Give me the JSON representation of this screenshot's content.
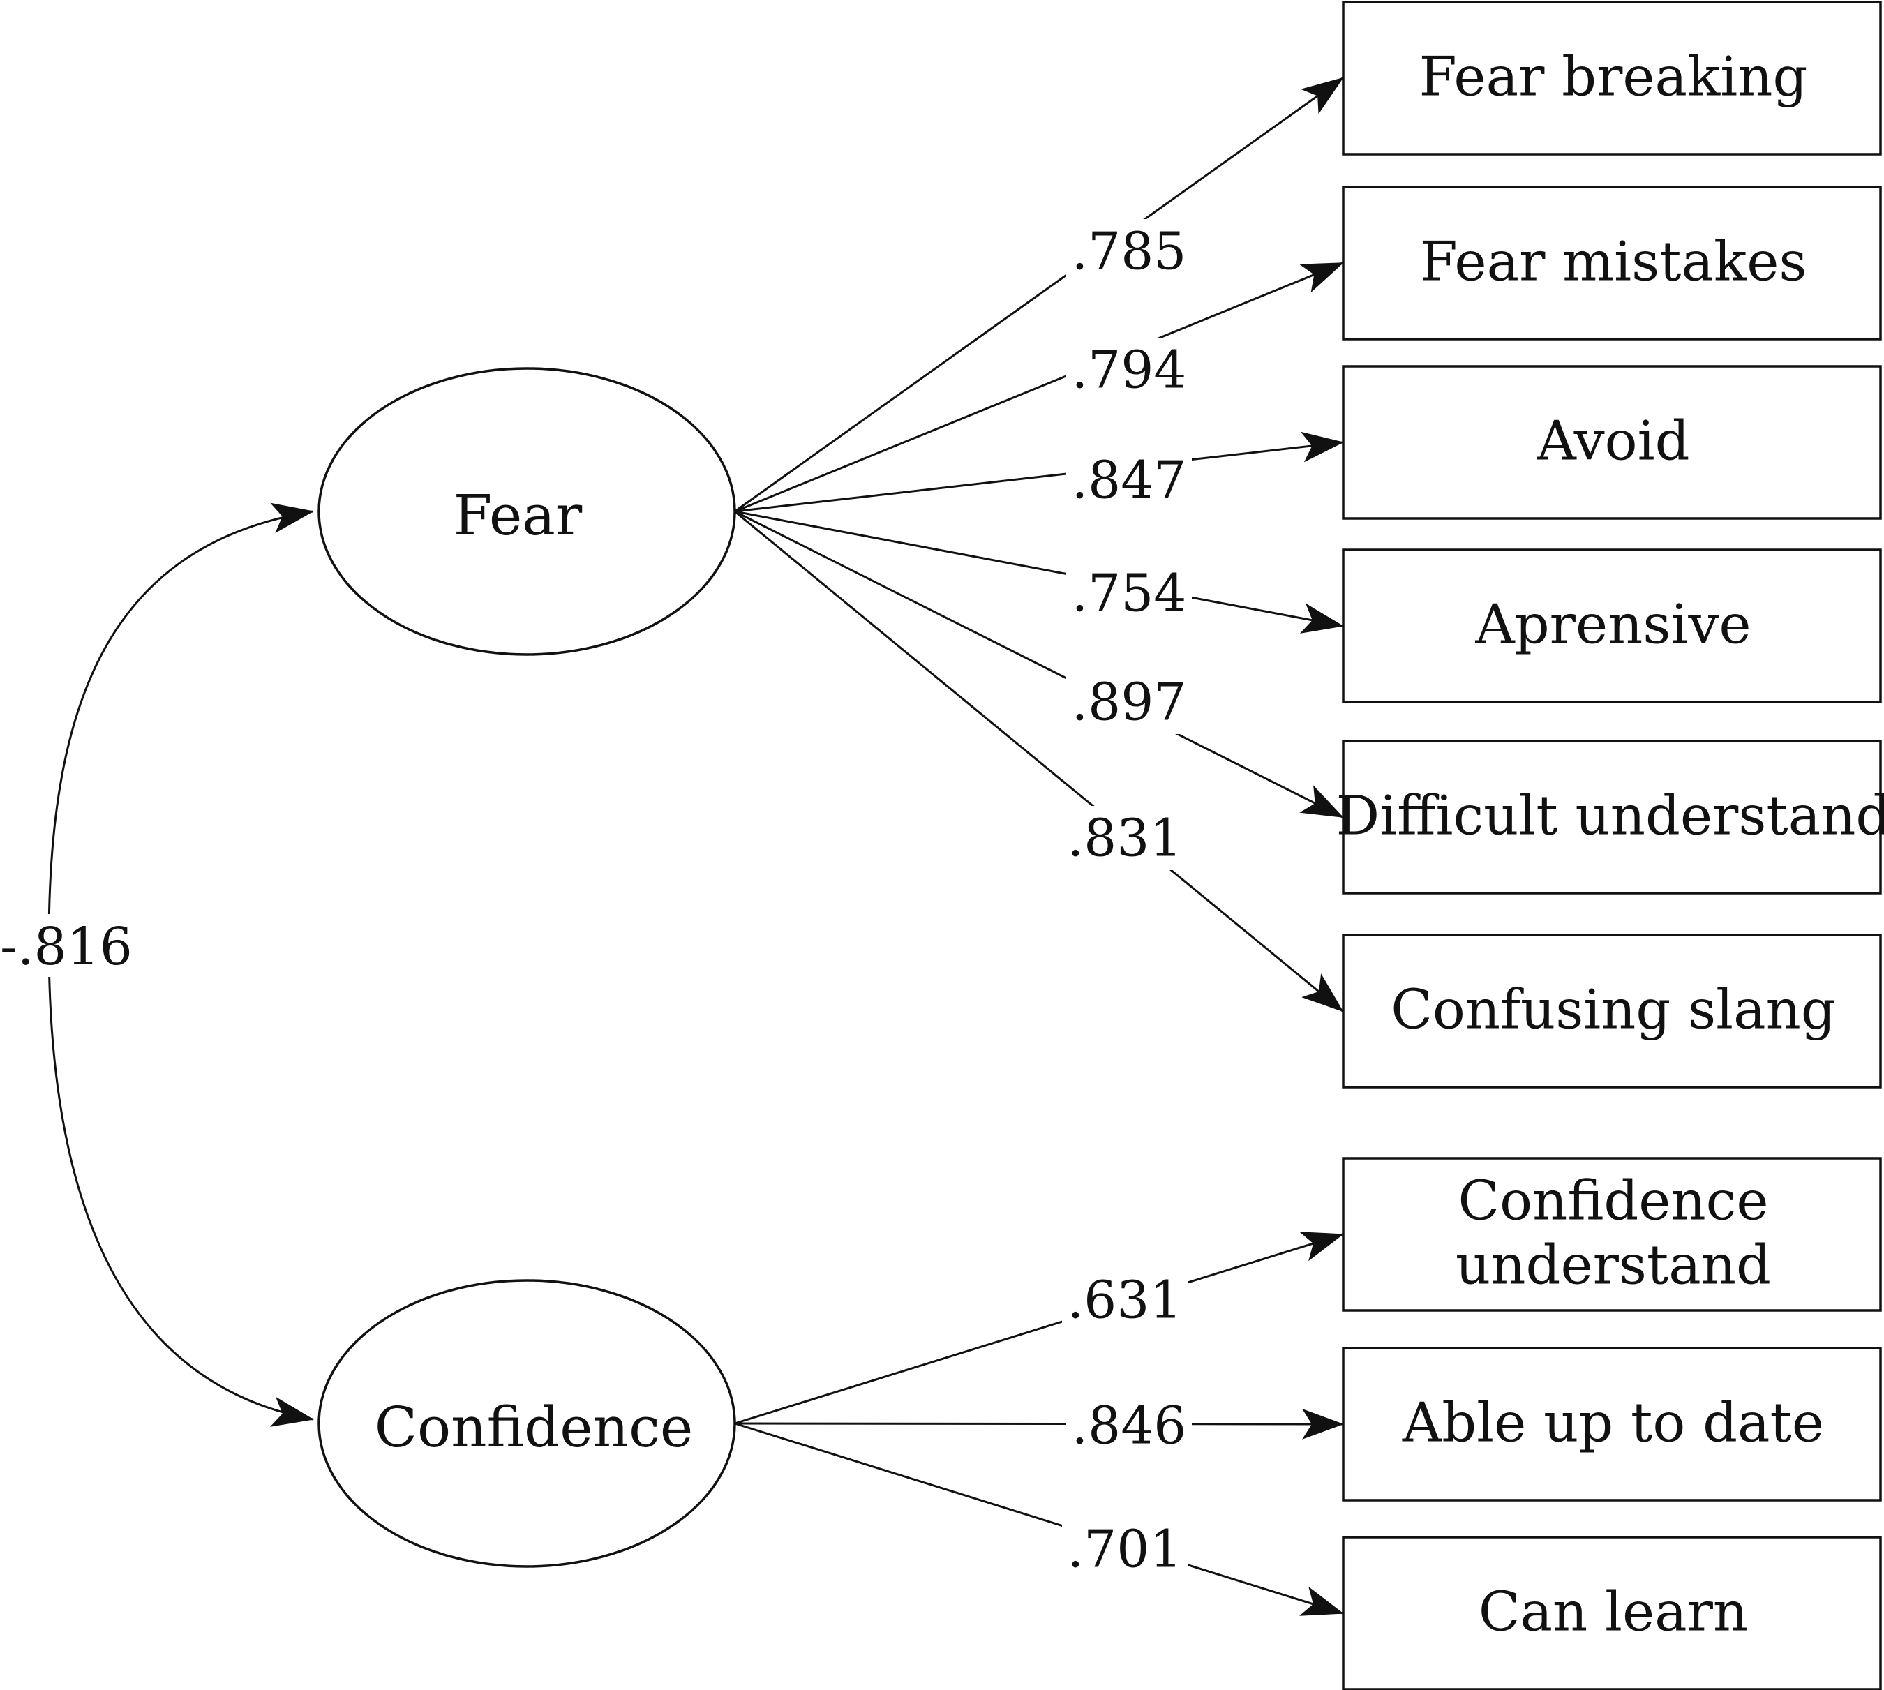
{
  "correlation": {
    "label": "-.816"
  },
  "latents": [
    {
      "id": "fear",
      "label": "Fear"
    },
    {
      "id": "confidence",
      "label": "Confidence"
    }
  ],
  "indicators": [
    {
      "label_lines": [
        "Fear breaking"
      ],
      "loading": ".785",
      "factor": "fear"
    },
    {
      "label_lines": [
        "Fear mistakes"
      ],
      "loading": ".794",
      "factor": "fear"
    },
    {
      "label_lines": [
        "Avoid"
      ],
      "loading": ".847",
      "factor": "fear"
    },
    {
      "label_lines": [
        "Aprensive"
      ],
      "loading": ".754",
      "factor": "fear"
    },
    {
      "label_lines": [
        "Difficult understand"
      ],
      "loading": ".897",
      "factor": "fear"
    },
    {
      "label_lines": [
        "Confusing slang"
      ],
      "loading": ".831",
      "factor": "fear"
    },
    {
      "label_lines": [
        "Confidence",
        "understand"
      ],
      "loading": ".631",
      "factor": "confidence"
    },
    {
      "label_lines": [
        "Able up to date"
      ],
      "loading": ".846",
      "factor": "confidence"
    },
    {
      "label_lines": [
        "Can learn"
      ],
      "loading": ".701",
      "factor": "confidence"
    }
  ]
}
